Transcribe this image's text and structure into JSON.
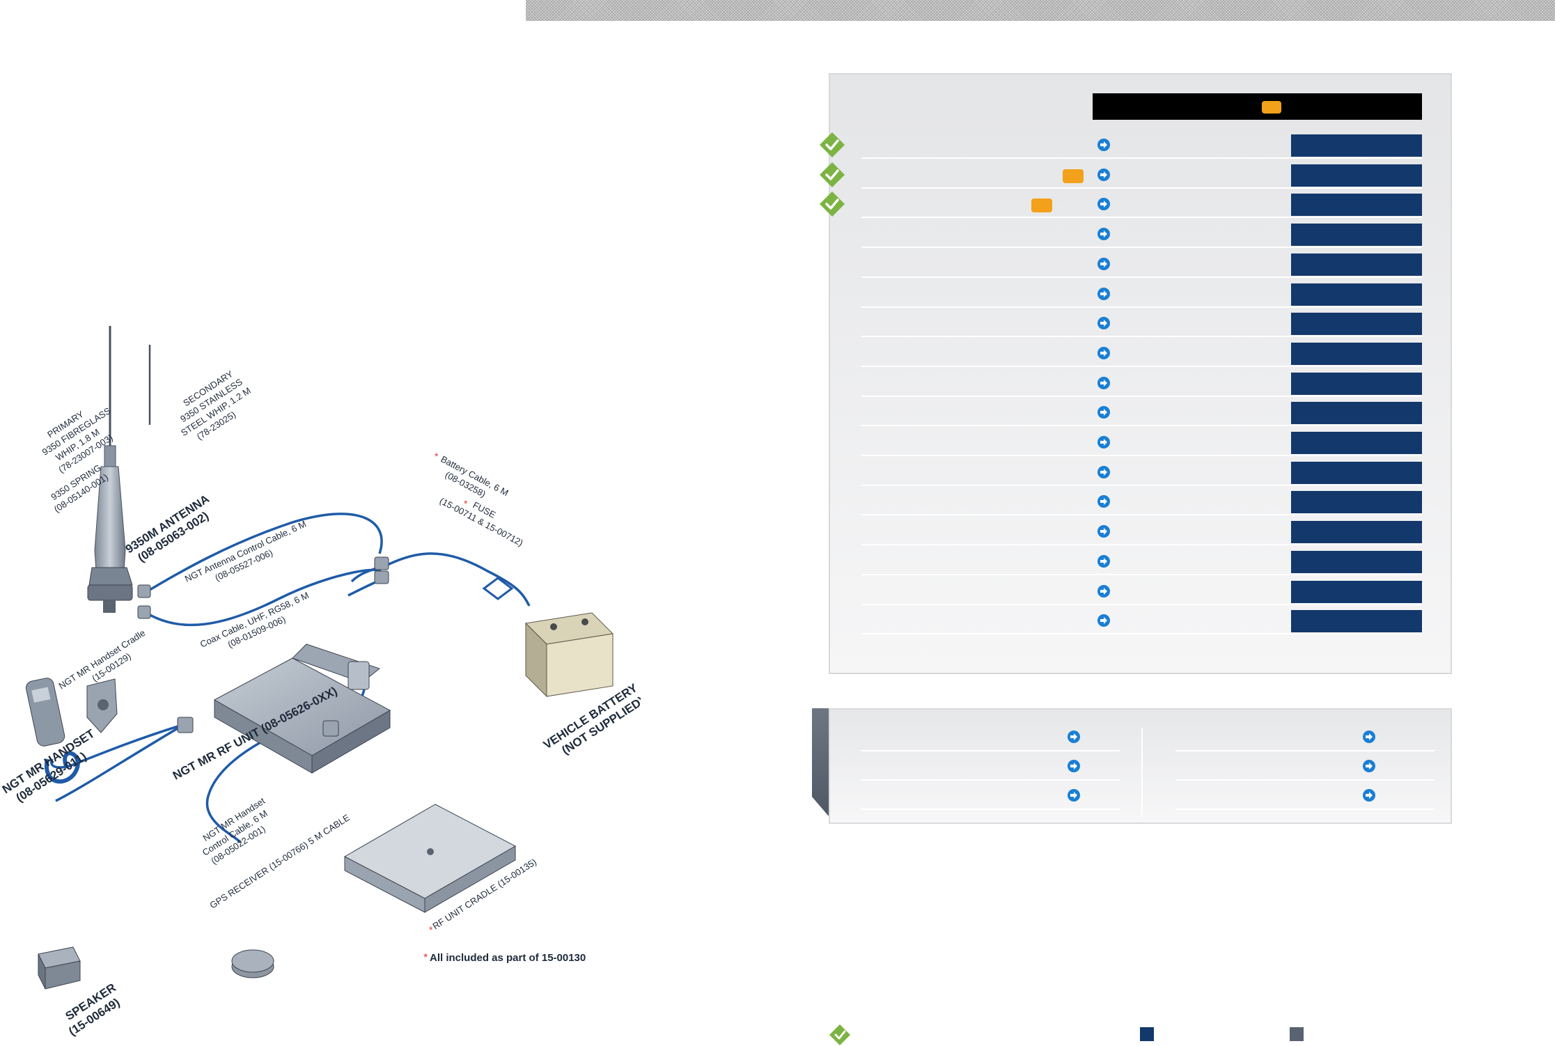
{
  "diagram": {
    "labels": {
      "primary_whip": [
        "PRIMARY",
        "9350 FIBREGLASS",
        "WHIP, 1.8 M",
        "(78-23007-003)"
      ],
      "secondary_whip": [
        "SECONDARY",
        "9350 STAINLESS",
        "STEEL WHIP, 1.2 M",
        "(78-23025)"
      ],
      "spring": [
        "9350 SPRING",
        "(08-05140-001)"
      ],
      "antenna": [
        "9350M ANTENNA",
        "(08-05063-002)"
      ],
      "control_cable": [
        "NGT Antenna Control Cable, 6 M",
        "(08-05527-006)"
      ],
      "coax_cable": [
        "Coax Cable, UHF, RG58, 6 M",
        "(08-01509-006)"
      ],
      "battery_cable": [
        "Battery Cable, 6 M",
        "(08-03258)"
      ],
      "fuse": [
        "FUSE",
        "(15-00711 & 15-00712)"
      ],
      "rf_unit": "NGT MR RF UNIT (08-05626-0XX)",
      "vehicle_battery": [
        "VEHICLE BATTERY",
        "(NOT SUPPLIED)"
      ],
      "handset": [
        "NGT MR HANDSET",
        "(08-05629-011)"
      ],
      "handset_cradle": [
        "NGT MR Handset Cradle",
        "(15-00129)"
      ],
      "handset_cable": [
        "NGT MR Handset",
        "Control Cable, 6 M",
        "(08-05022-001)"
      ],
      "gps": "GPS RECEIVER (15-00766) 5 M CABLE",
      "rf_cradle": "RF UNIT CRADLE (15-00135)",
      "speaker": [
        "SPEAKER",
        "(15-00649)"
      ],
      "note": "All included as part of 15-00130"
    }
  },
  "table": {
    "rows": [
      {
        "check": true,
        "tag": false
      },
      {
        "check": true,
        "tag": true
      },
      {
        "check": true,
        "tag": true
      },
      {
        "check": false,
        "tag": false
      },
      {
        "check": false,
        "tag": false
      },
      {
        "check": false,
        "tag": false
      },
      {
        "check": false,
        "tag": false
      },
      {
        "check": false,
        "tag": false
      },
      {
        "check": false,
        "tag": false
      },
      {
        "check": false,
        "tag": false
      },
      {
        "check": false,
        "tag": false
      },
      {
        "check": false,
        "tag": false
      },
      {
        "check": false,
        "tag": false
      },
      {
        "check": false,
        "tag": false
      },
      {
        "check": false,
        "tag": false
      },
      {
        "check": false,
        "tag": false
      },
      {
        "check": false,
        "tag": false
      }
    ]
  },
  "colors": {
    "navy": "#13386b",
    "orange_tag": "#f3a11a",
    "green_check": "#7cb342",
    "arrow_blue": "#1a7fd4",
    "slate": "#596270",
    "cable_blue": "#1f5ba8"
  },
  "icons": {
    "check": "green-diamond-check-icon",
    "arrow": "blue-right-arrow-icon"
  }
}
